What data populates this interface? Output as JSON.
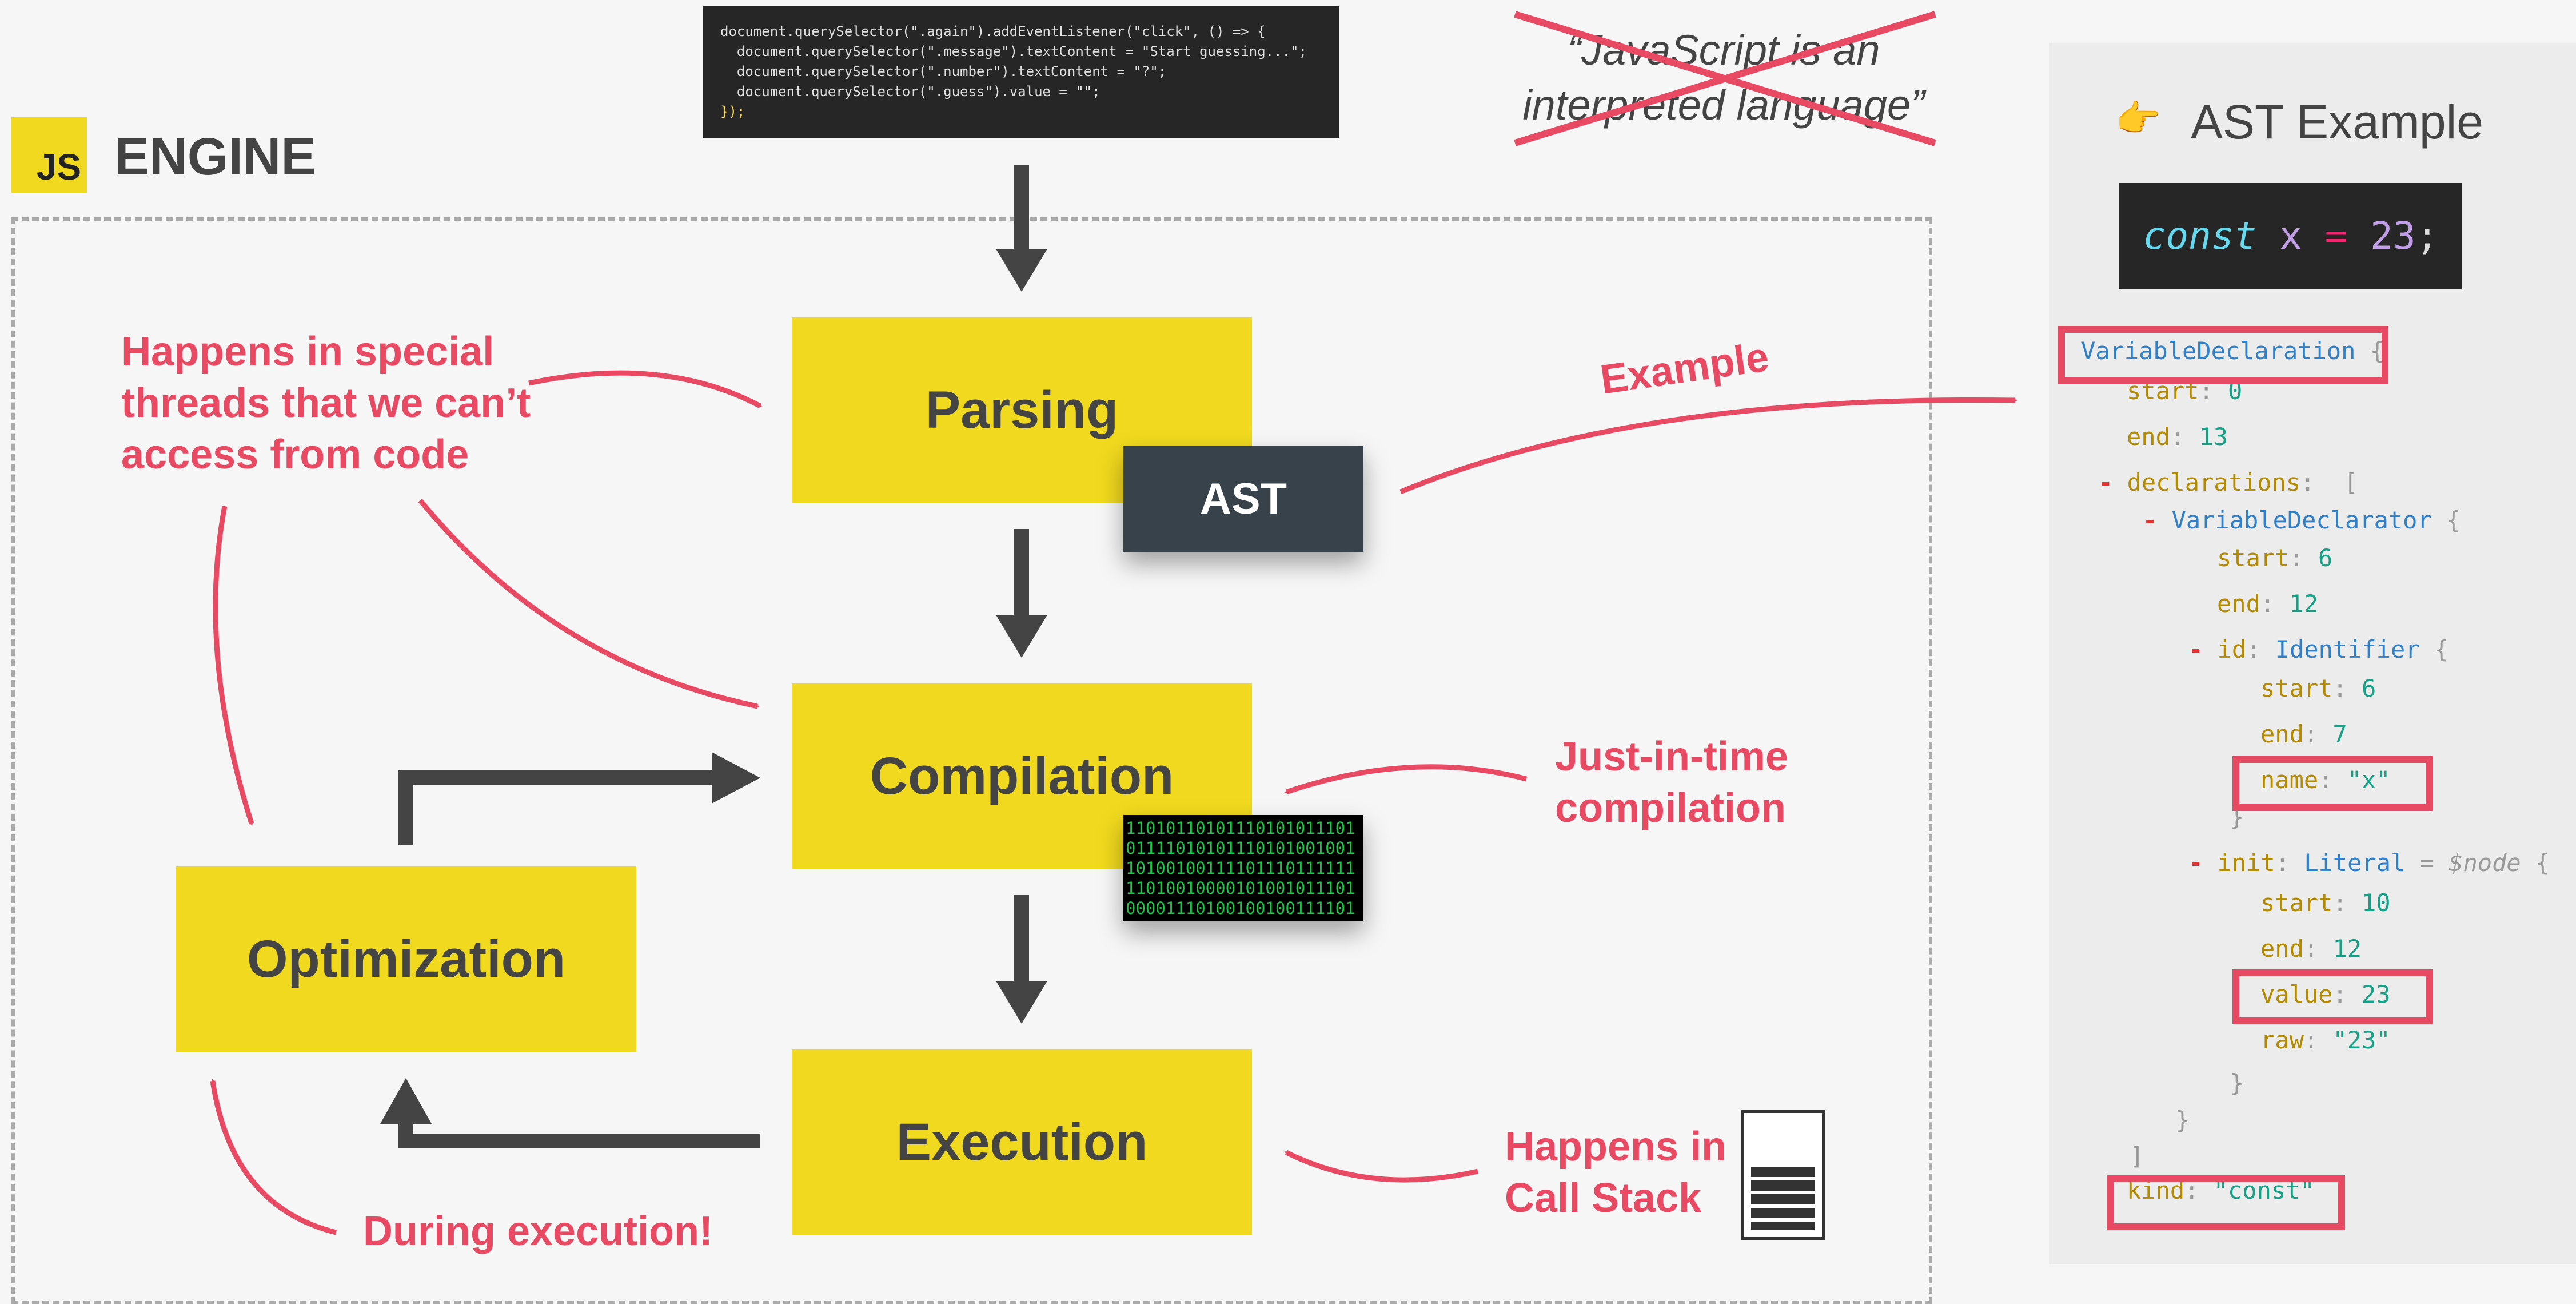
{
  "engine": {
    "logo": "JS",
    "title": "ENGINE"
  },
  "code_snippet": {
    "lines": [
      "document.querySelector(\".again\").addEventListener(\"click\", () => {",
      "  document.querySelector(\".message\").textContent = \"Start guessing...\";",
      "  document.querySelector(\".number\").textContent = \"?\";",
      "  document.querySelector(\".guess\").value = \"\";",
      "});"
    ]
  },
  "crossed_quote": {
    "line1": "“JavaScript is an",
    "line2": "interpreted language”"
  },
  "steps": {
    "parsing": "Parsing",
    "ast": "AST",
    "compilation": "Compilation",
    "execution": "Execution",
    "optimization": "Optimization"
  },
  "binary": {
    "lines": [
      "11010110101110101011101",
      "01111010101110101001001",
      "10100100111101110111111",
      "11010010000101001011101",
      "00001110100100100111101"
    ]
  },
  "annotations": {
    "special_threads": [
      "Happens in special",
      "threads that we can’t",
      "access from code"
    ],
    "jit": [
      "Just-in-time",
      "compilation"
    ],
    "call_stack": [
      "Happens in",
      "Call Stack"
    ],
    "during_execution": "During execution!",
    "example": "Example"
  },
  "ast_example": {
    "icon": "👉",
    "title": "AST Example",
    "code": {
      "keyword": "const",
      "name": "x",
      "op": "=",
      "value": "23",
      "semi": ";"
    },
    "tree": {
      "root_type": "VariableDeclaration",
      "start": "0",
      "end": "13",
      "declarations_key": "declarations",
      "declarator_type": "VariableDeclarator",
      "decl_start": "6",
      "decl_end": "12",
      "id_key": "id",
      "id_type": "Identifier",
      "id_start": "6",
      "id_end": "7",
      "id_name": "\"x\"",
      "init_key": "init",
      "init_type": "Literal",
      "init_note": "= $node",
      "init_start": "10",
      "init_end": "12",
      "init_value": "23",
      "init_raw": "\"23\"",
      "kind": "\"const\""
    }
  },
  "colors": {
    "yellow": "#f0d91e",
    "red": "#e84a63",
    "dark": "#444444",
    "ast_box": "#37424a"
  }
}
